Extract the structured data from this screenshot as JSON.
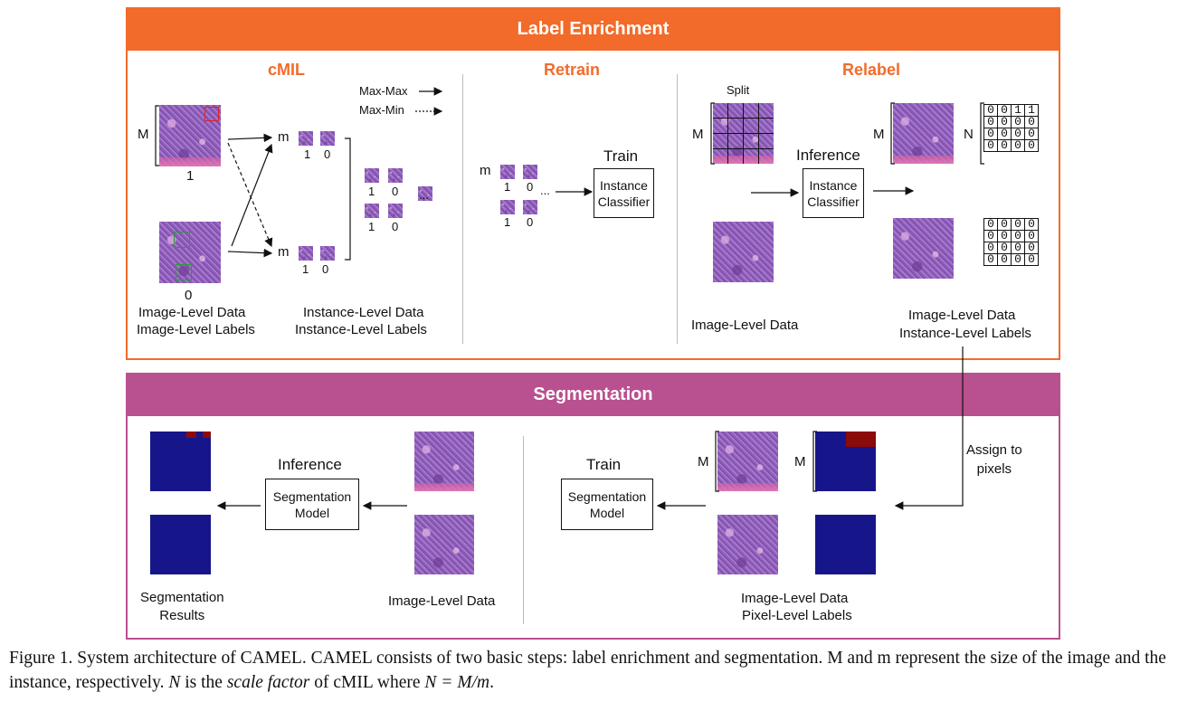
{
  "label_enrichment": {
    "title": "Label Enrichment",
    "bar_color": "#f26b2a",
    "cmil": {
      "title": "cMIL",
      "legend_max_max": "Max-Max",
      "legend_max_min": "Max-Min",
      "M": "M",
      "m": "m",
      "label_1": "1",
      "label_0": "0",
      "one": "1",
      "zero": "0",
      "ellipsis": "...",
      "image_level_data": "Image-Level Data",
      "image_level_labels": "Image-Level Labels",
      "instance_level_data": "Instance-Level Data",
      "instance_level_labels": "Instance-Level  Labels"
    },
    "retrain": {
      "title": "Retrain",
      "m": "m",
      "train": "Train",
      "one": "1",
      "zero": "0",
      "ellipsis": "...",
      "classifier": "Instance Classifier"
    },
    "relabel": {
      "title": "Relabel",
      "split": "Split",
      "M": "M",
      "N": "N",
      "inference": "Inference",
      "classifier": "Instance Classifier",
      "grid_top": [
        [
          "0",
          "0",
          "1",
          "1"
        ],
        [
          "0",
          "0",
          "0",
          "0"
        ],
        [
          "0",
          "0",
          "0",
          "0"
        ],
        [
          "0",
          "0",
          "0",
          "0"
        ]
      ],
      "grid_bottom": [
        [
          "0",
          "0",
          "0",
          "0"
        ],
        [
          "0",
          "0",
          "0",
          "0"
        ],
        [
          "0",
          "0",
          "0",
          "0"
        ],
        [
          "0",
          "0",
          "0",
          "0"
        ]
      ],
      "image_level_data": "Image-Level Data",
      "image_level_data_2": "Image-Level Data",
      "instance_level_labels": "Instance-Level Labels"
    }
  },
  "segmentation": {
    "title": "Segmentation",
    "bar_color": "#b9508f",
    "assign": "Assign to\npixels",
    "inference": "Inference",
    "model_infer": "Segmentation Model",
    "seg_results": "Segmentation\nResults",
    "image_level_data": "Image-Level Data",
    "train": "Train",
    "model_train": "Segmentation Model",
    "M": "M",
    "pixel_caption_1": "Image-Level Data",
    "pixel_caption_2": "Pixel-Level Labels",
    "mask_color": "#16168a",
    "tumor_color": "#8b0a0a"
  },
  "caption": {
    "part1": "Figure 1. System architecture of CAMEL. CAMEL consists of two basic steps: label enrichment and segmentation. M and m represent the size of the image and the instance, respectively. ",
    "N": "N",
    "part2": " is the ",
    "scale_factor": "scale factor",
    "part3": " of cMIL where ",
    "formula": "N = M/m",
    "end": "."
  }
}
